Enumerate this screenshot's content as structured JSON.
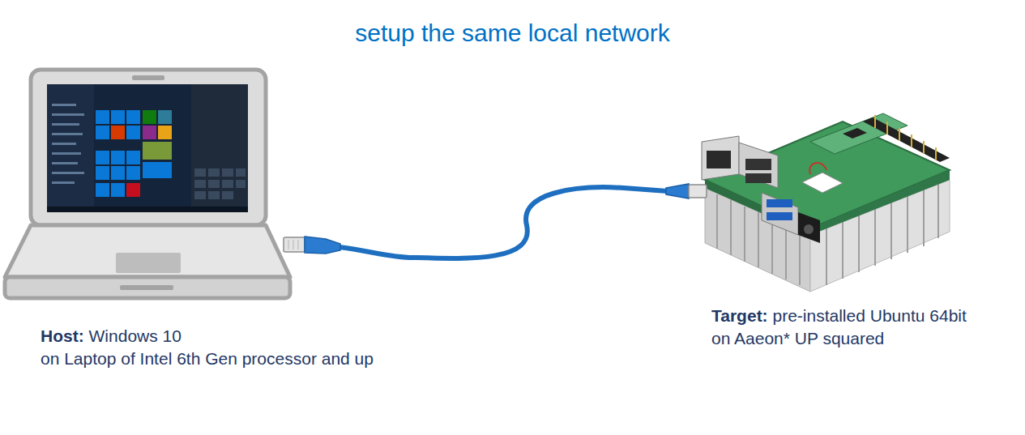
{
  "diagram": {
    "title": "setup the same local network",
    "nodes": [
      {
        "text": [
          "Host:",
          "Windows 10",
          "on Laptop of Intel 6th Gen processor and up"
        ]
      },
      {
        "text": [
          "Target:",
          "pre-installed Ubuntu 64bit",
          "on Aaeon* UP squared"
        ]
      }
    ],
    "edges": [
      {
        "from": 0,
        "to": 1,
        "arrow": "none"
      }
    ]
  }
}
